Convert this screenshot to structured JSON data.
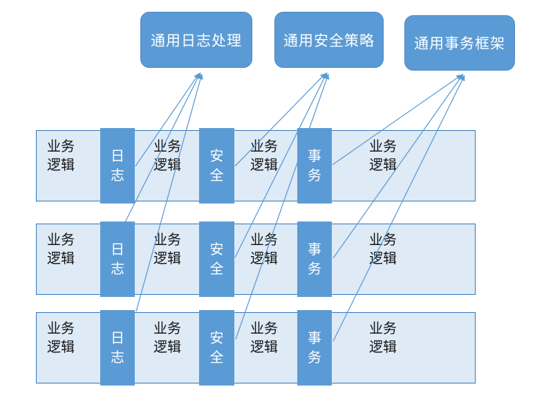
{
  "aspect_boxes": [
    {
      "id": "log",
      "label": "通用日志处理"
    },
    {
      "id": "security",
      "label": "通用安全策略"
    },
    {
      "id": "transaction",
      "label": "通用事务框架"
    }
  ],
  "rows": [
    {
      "cells": [
        {
          "line1": "业务",
          "line2": "逻辑"
        },
        {
          "line1": "日",
          "line2": "志"
        },
        {
          "line1": "业务",
          "line2": "逻辑"
        },
        {
          "line1": "安",
          "line2": "全"
        },
        {
          "line1": "业务",
          "line2": "逻辑"
        },
        {
          "line1": "事",
          "line2": "务"
        },
        {
          "line1": "业务",
          "line2": "逻辑"
        }
      ]
    },
    {
      "cells": [
        {
          "line1": "业务",
          "line2": "逻辑"
        },
        {
          "line1": "日",
          "line2": "志"
        },
        {
          "line1": "业务",
          "line2": "逻辑"
        },
        {
          "line1": "安",
          "line2": "全"
        },
        {
          "line1": "业务",
          "line2": "逻辑"
        },
        {
          "line1": "事",
          "line2": "务"
        },
        {
          "line1": "业务",
          "line2": "逻辑"
        }
      ]
    },
    {
      "cells": [
        {
          "line1": "业务",
          "line2": "逻辑"
        },
        {
          "line1": "日",
          "line2": "志"
        },
        {
          "line1": "业务",
          "line2": "逻辑"
        },
        {
          "line1": "安",
          "line2": "全"
        },
        {
          "line1": "业务",
          "line2": "逻辑"
        },
        {
          "line1": "事",
          "line2": "务"
        },
        {
          "line1": "业务",
          "line2": "逻辑"
        }
      ]
    }
  ],
  "colors": {
    "aspect_fill": "#5b9bd5",
    "aspect_border": "#4a86c0",
    "bar_fill": "#deeaf6",
    "bar_border": "#2e74b5",
    "arrow": "#5b9bd5",
    "bar_text": "#151515",
    "aspect_text": "#ffffff"
  }
}
